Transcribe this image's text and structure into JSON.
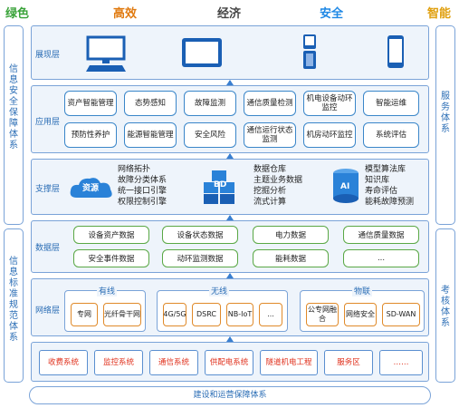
{
  "header": {
    "w1": "绿色",
    "w2": "高效",
    "w3": "经济",
    "w4": "安全",
    "w5": "智能"
  },
  "colors": {
    "w1": "#3aa33a",
    "w2": "#e07a10",
    "w3": "#444444",
    "w4": "#1e88e5",
    "w5": "#e0a010"
  },
  "left": {
    "top": "信息安全保障体系",
    "bottom": "信息标准规范体系"
  },
  "right": {
    "top": "服务体系",
    "bottom": "考核体系"
  },
  "layers": {
    "display": "展现层",
    "app": "应用层",
    "support": "支撑层",
    "data": "数据层",
    "network": "网络层"
  },
  "devices": {
    "d1": "desktop-icon",
    "d2": "tablet-icon",
    "d3": "flip-phone-icon",
    "d4": "smartphone-icon"
  },
  "app_items": [
    "资产智能管理",
    "态势感知",
    "故障监测",
    "通信质量检测",
    "机电设备动环监控",
    "智能运维",
    "预防性养护",
    "能源智能管理",
    "安全风险",
    "通信运行状态监测",
    "机房动环监控",
    "系统评估"
  ],
  "support": {
    "res": "资源",
    "res_lines": [
      "网络拓扑",
      "故障分类体系",
      "统一接口引擎",
      "权限控制引擎"
    ],
    "bd": "BD",
    "bd_lines": [
      "数据仓库",
      "主题业务数据",
      "挖掘分析",
      "流式计算"
    ],
    "ai": "AI",
    "ai_lines": [
      "模型算法库",
      "知识库",
      "寿命评估",
      "能耗故障预测"
    ]
  },
  "data_items": [
    "设备资产数据",
    "设备状态数据",
    "电力数据",
    "通信质量数据",
    "安全事件数据",
    "动环监测数据",
    "能耗数据",
    "..."
  ],
  "network": {
    "wired": "有线",
    "wired_items": [
      "专网",
      "光纤骨干网"
    ],
    "wireless": "无线",
    "wireless_items": [
      "4G/5G",
      "DSRC",
      "NB-IoT",
      "..."
    ],
    "iot": "物联",
    "iot_items": [
      "公专网融合",
      "网络安全",
      "SD-WAN"
    ]
  },
  "systems": [
    "收费系统",
    "监控系统",
    "通信系统",
    "供配电系统",
    "隧道机电工程",
    "服务区",
    "……"
  ],
  "footer": "建设和运营保障体系"
}
